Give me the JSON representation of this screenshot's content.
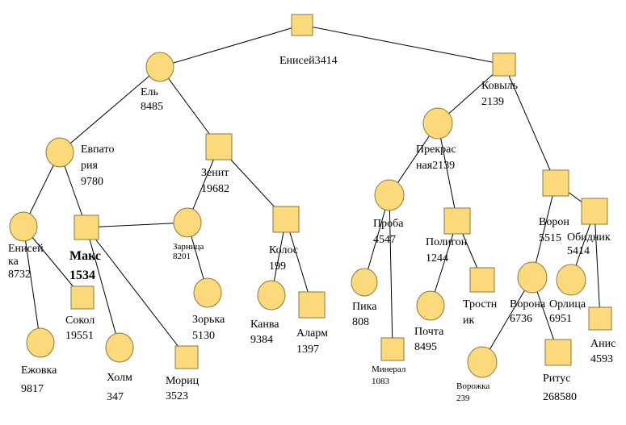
{
  "nodes": [
    {
      "id": "root",
      "shape": "square",
      "lines": [
        "Енисей3414"
      ]
    },
    {
      "id": "el",
      "shape": "circle",
      "lines": [
        "Ель",
        "8485"
      ]
    },
    {
      "id": "kovyl",
      "shape": "square",
      "lines": [
        "Ковыль",
        "2139"
      ]
    },
    {
      "id": "evpatoria",
      "shape": "circle",
      "lines": [
        "Евпато",
        "рия",
        "9780"
      ]
    },
    {
      "id": "zenit",
      "shape": "square",
      "lines": [
        "Зенит",
        "19682"
      ]
    },
    {
      "id": "prekrasnaya",
      "shape": "circle",
      "lines": [
        "Прекрас",
        "ная2139"
      ]
    },
    {
      "id": "enisejka",
      "shape": "circle",
      "lines": [
        "Енисей",
        "ка",
        "8732"
      ]
    },
    {
      "id": "maks",
      "shape": "square",
      "style": "bold",
      "lines": [
        "Макс",
        "1534"
      ]
    },
    {
      "id": "zarnica",
      "shape": "circle",
      "style": "small",
      "lines": [
        "Зарница",
        "8201"
      ]
    },
    {
      "id": "kolos",
      "shape": "square",
      "lines": [
        "Колос",
        "199"
      ]
    },
    {
      "id": "proba",
      "shape": "circle",
      "lines": [
        "Проба",
        "4547"
      ]
    },
    {
      "id": "poligon",
      "shape": "square",
      "lines": [
        "Полигон",
        "1244"
      ]
    },
    {
      "id": "voron",
      "shape": "square",
      "lines": [
        "Ворон",
        "5515"
      ]
    },
    {
      "id": "obidnik",
      "shape": "square",
      "lines": [
        "Обидник",
        "5414"
      ]
    },
    {
      "id": "sokol",
      "shape": "square",
      "lines": [
        "Сокол",
        "19551"
      ]
    },
    {
      "id": "zorka",
      "shape": "circle",
      "lines": [
        "Зорька",
        "5130"
      ]
    },
    {
      "id": "kanva",
      "shape": "circle",
      "lines": [
        "Канва",
        "9384"
      ]
    },
    {
      "id": "alarm",
      "shape": "square",
      "lines": [
        "Аларм",
        "1397"
      ]
    },
    {
      "id": "pika",
      "shape": "circle",
      "lines": [
        "Пика",
        "808"
      ]
    },
    {
      "id": "pochta",
      "shape": "circle",
      "lines": [
        "Почта",
        "8495"
      ]
    },
    {
      "id": "trostnik",
      "shape": "square",
      "lines": [
        "Тростн",
        "ик"
      ]
    },
    {
      "id": "vorona",
      "shape": "circle",
      "lines": [
        "Ворона",
        "6736"
      ]
    },
    {
      "id": "orlica",
      "shape": "circle",
      "lines": [
        "Орлица",
        "6951"
      ]
    },
    {
      "id": "anis",
      "shape": "square",
      "lines": [
        "Анис",
        "4593"
      ]
    },
    {
      "id": "ezhovka",
      "shape": "circle",
      "lines": [
        "Ежовка",
        "9817"
      ]
    },
    {
      "id": "holm",
      "shape": "circle",
      "lines": [
        "Холм",
        "347"
      ]
    },
    {
      "id": "moric",
      "shape": "square",
      "lines": [
        "Мориц",
        "3523"
      ]
    },
    {
      "id": "mineral",
      "shape": "square",
      "style": "small",
      "lines": [
        "Минерал",
        "1083"
      ]
    },
    {
      "id": "vorozhka",
      "shape": "circle",
      "style": "small",
      "lines": [
        "Ворожка",
        "239"
      ]
    },
    {
      "id": "ritus",
      "shape": "square",
      "lines": [
        "Ритус",
        "268580"
      ]
    }
  ],
  "edges": [
    [
      "root",
      "el"
    ],
    [
      "root",
      "kovyl"
    ],
    [
      "el",
      "evpatoria"
    ],
    [
      "el",
      "zenit"
    ],
    [
      "kovyl",
      "prekrasnaya"
    ],
    [
      "kovyl",
      "voron"
    ],
    [
      "evpatoria",
      "enisejka"
    ],
    [
      "evpatoria",
      "maks"
    ],
    [
      "zenit",
      "zarnica"
    ],
    [
      "zenit",
      "kolos"
    ],
    [
      "maks",
      "zarnica"
    ],
    [
      "enisejka",
      "ezhovka"
    ],
    [
      "enisejka",
      "sokol"
    ],
    [
      "maks",
      "holm"
    ],
    [
      "maks",
      "moric"
    ],
    [
      "zarnica",
      "zorka"
    ],
    [
      "kolos",
      "kanva"
    ],
    [
      "kolos",
      "alarm"
    ],
    [
      "prekrasnaya",
      "proba"
    ],
    [
      "prekrasnaya",
      "poligon"
    ],
    [
      "proba",
      "pika"
    ],
    [
      "proba",
      "mineral"
    ],
    [
      "poligon",
      "pochta"
    ],
    [
      "poligon",
      "trostnik"
    ],
    [
      "voron",
      "obidnik"
    ],
    [
      "voron",
      "vorona"
    ],
    [
      "obidnik",
      "orlica"
    ],
    [
      "obidnik",
      "anis"
    ],
    [
      "vorona",
      "vorozhka"
    ],
    [
      "vorona",
      "ritus"
    ]
  ]
}
